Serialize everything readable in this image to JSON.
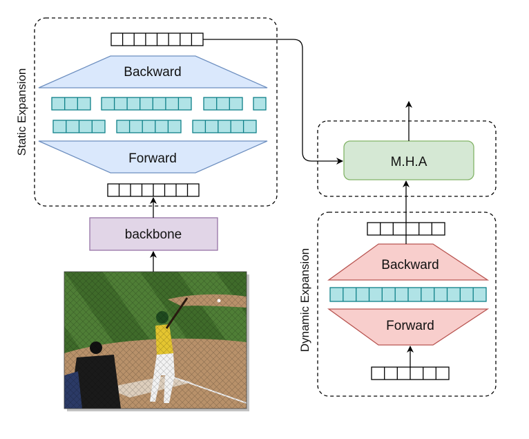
{
  "static_expansion": {
    "title": "Static Expansion",
    "backward_label": "Backward",
    "forward_label": "Forward"
  },
  "backbone": {
    "label": "backbone"
  },
  "mha": {
    "label": "M.H.A"
  },
  "dynamic_expansion": {
    "title": "Dynamic Expansion",
    "backward_label": "Backward",
    "forward_label": "Forward"
  },
  "photo": {
    "icon": "baseball-batter-photo"
  },
  "colors": {
    "blue_fill": "#dae8fc",
    "blue_stroke": "#6c8ebf",
    "teal_fill": "#b0e3e6",
    "teal_stroke": "#0e8088",
    "purple_fill": "#e1d5e7",
    "purple_stroke": "#9673a6",
    "green_fill": "#d5e8d4",
    "green_stroke": "#82b366",
    "red_fill": "#f8cecc",
    "red_stroke": "#b85450"
  }
}
